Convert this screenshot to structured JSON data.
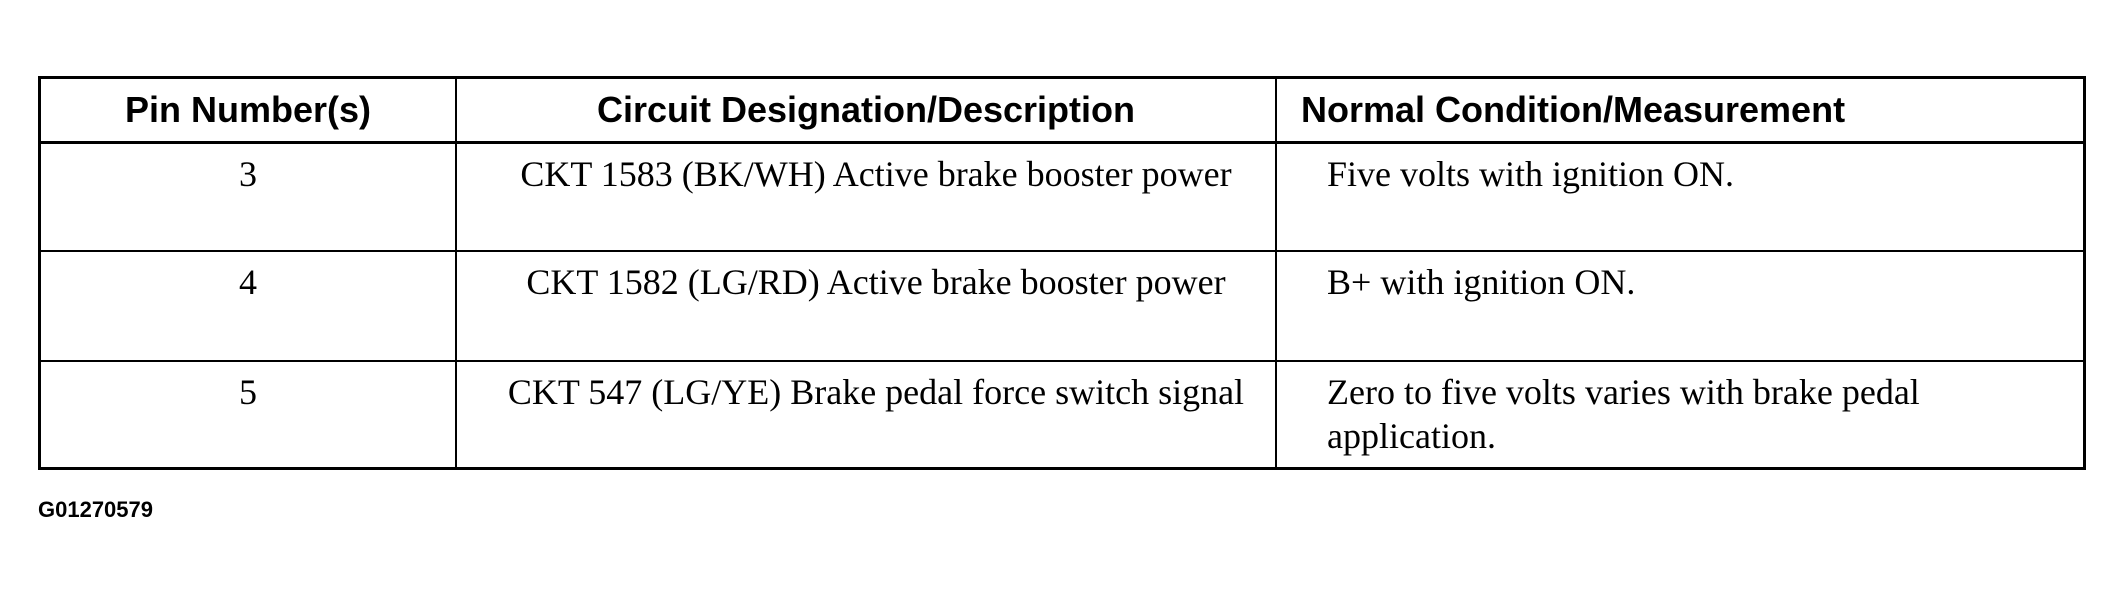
{
  "table": {
    "headers": [
      "Pin Number(s)",
      "Circuit Designation/Description",
      "Normal Condition/Measurement"
    ],
    "rows": [
      {
        "pin": "3",
        "description": "CKT 1583 (BK/WH) Active brake booster power",
        "condition": "Five volts with ignition ON."
      },
      {
        "pin": "4",
        "description": "CKT 1582 (LG/RD) Active brake booster power",
        "condition": "B+ with ignition ON."
      },
      {
        "pin": "5",
        "description": "CKT 547 (LG/YE) Brake pedal force switch signal",
        "condition": "Zero to five volts varies with brake pedal application."
      }
    ]
  },
  "footer": {
    "code": "G01270579"
  }
}
